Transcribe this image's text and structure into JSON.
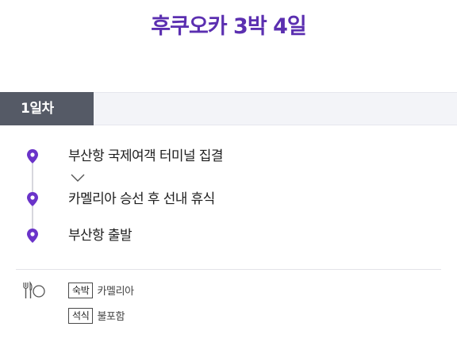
{
  "colors": {
    "accent": "#5b2fb0",
    "day_tab_bg": "#555a66",
    "pin": "#6a33c9"
  },
  "header": {
    "title": "후쿠오카 3박 4일"
  },
  "day": {
    "tab_label": "1일차"
  },
  "itinerary": {
    "stops": [
      {
        "label": "부산항 국제여객 터미널 집결",
        "icon": "map-pin-icon"
      },
      {
        "label": "카멜리아 승선 후 선내 휴식",
        "icon": "map-pin-icon"
      },
      {
        "label": "부산항 출발",
        "icon": "map-pin-icon"
      }
    ],
    "expand_icon": "chevron-down-icon"
  },
  "details": {
    "icon": "fork-knife-plate-icon",
    "lodging_tag": "숙박",
    "lodging_value": "카멜리아",
    "dinner_tag": "석식",
    "dinner_value": "불포함"
  }
}
